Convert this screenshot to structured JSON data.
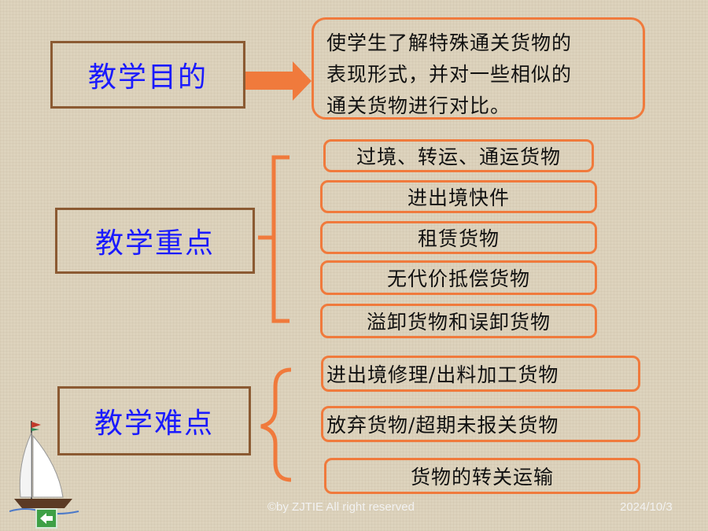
{
  "goal": {
    "label": "教学目的",
    "lines": [
      "使学生了解特殊通关货物的",
      "表现形式，并对一些相似的",
      "通关货物进行对比。"
    ]
  },
  "key_points": {
    "label": "教学重点",
    "items": [
      "过境、转运、通运货物",
      "进出境快件",
      "租赁货物",
      "无代价抵偿货物",
      "溢卸货物和误卸货物"
    ]
  },
  "difficulties": {
    "label": "教学难点",
    "items": [
      "进出境修理/出料加工货物",
      "放弃货物/超期未报关货物",
      "货物的转关运输"
    ]
  },
  "footer": {
    "copyright": "©by ZJTIE All right reserved",
    "date": "2024/10/3"
  },
  "icons": {
    "arrow": "right-arrow-icon",
    "bracket": "curly-brace-icon",
    "sailboat": "sailboat-icon",
    "back": "back-arrow-icon"
  },
  "colors": {
    "orange": "#f07a3c",
    "brown": "#8b5a32",
    "blue_text": "#1a1aff",
    "back_green": "#3fa046"
  }
}
